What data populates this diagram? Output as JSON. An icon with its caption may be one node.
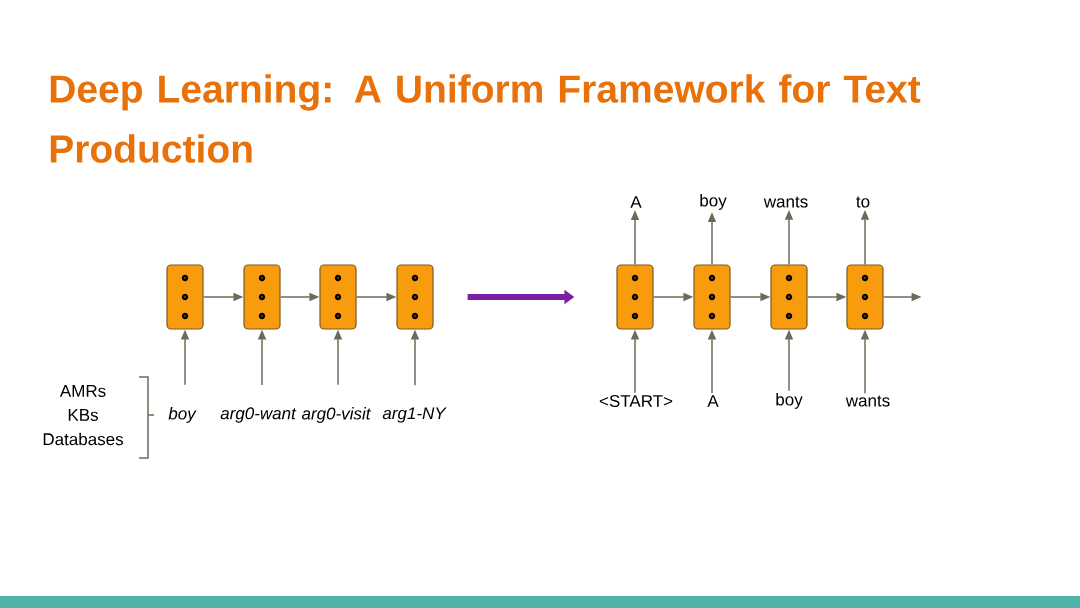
{
  "diagram": {
    "title": "Deep Learning: A Uniform Framework for Text Production",
    "nodes": [
      {
        "text": [],
        "shape": "box"
      },
      {
        "text": [],
        "shape": "box"
      },
      {
        "text": [],
        "shape": "box"
      },
      {
        "text": [],
        "shape": "box"
      },
      {
        "text": [
          "boy"
        ]
      },
      {
        "text": [
          "arg0-want"
        ]
      },
      {
        "text": [
          "arg0-visit"
        ]
      },
      {
        "text": [
          "arg1-NY"
        ]
      },
      {
        "text": [],
        "shape": "box"
      },
      {
        "text": [],
        "shape": "box"
      },
      {
        "text": [],
        "shape": "box"
      },
      {
        "text": [],
        "shape": "box"
      },
      {
        "text": [
          "A"
        ]
      },
      {
        "text": [
          "boy"
        ]
      },
      {
        "text": [
          "wants"
        ]
      },
      {
        "text": [
          "to"
        ]
      },
      {
        "text": [
          "<START>"
        ]
      },
      {
        "text": [
          "A"
        ]
      },
      {
        "text": [
          "boy"
        ]
      },
      {
        "text": [
          "wants"
        ]
      }
    ],
    "edges": [
      {
        "from": 0,
        "to": 1,
        "arrow": "to"
      },
      {
        "from": 1,
        "to": 2,
        "arrow": "to"
      },
      {
        "from": 2,
        "to": 3,
        "arrow": "to"
      },
      {
        "from": 4,
        "to": 0,
        "arrow": "to"
      },
      {
        "from": 5,
        "to": 1,
        "arrow": "to"
      },
      {
        "from": 6,
        "to": 2,
        "arrow": "to"
      },
      {
        "from": 7,
        "to": 3,
        "arrow": "to"
      },
      {
        "from": 3,
        "to": 8,
        "arrow": "to",
        "style": "thick",
        "color": "#7b1fa2"
      },
      {
        "from": 8,
        "to": 9,
        "arrow": "to"
      },
      {
        "from": 9,
        "to": 10,
        "arrow": "to"
      },
      {
        "from": 10,
        "to": 11,
        "arrow": "to"
      },
      {
        "from": 11,
        "to": null,
        "arrow": "to"
      },
      {
        "from": 8,
        "to": 12,
        "arrow": "to"
      },
      {
        "from": 9,
        "to": 13,
        "arrow": "to"
      },
      {
        "from": 10,
        "to": 14,
        "arrow": "to"
      },
      {
        "from": 11,
        "to": 15,
        "arrow": "to"
      },
      {
        "from": 16,
        "to": 8,
        "arrow": "to"
      },
      {
        "from": 17,
        "to": 9,
        "arrow": "to"
      },
      {
        "from": 18,
        "to": 10,
        "arrow": "to"
      },
      {
        "from": 19,
        "to": 11,
        "arrow": "to"
      }
    ],
    "labels": [
      "AMRs",
      "KBs",
      "Databases"
    ]
  }
}
